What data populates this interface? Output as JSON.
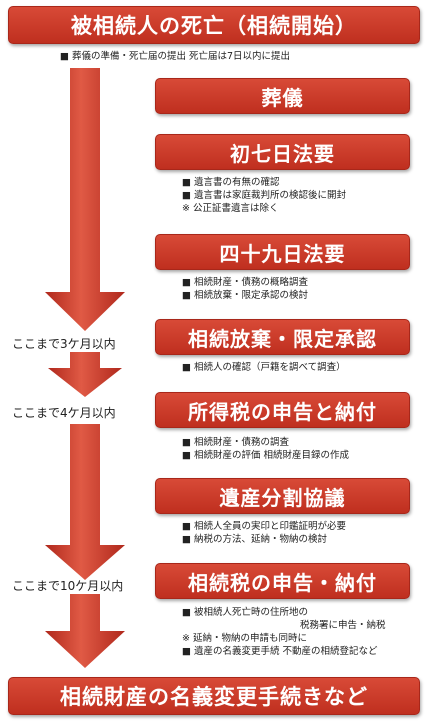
{
  "title": "被相続人の死亡（相続開始）",
  "title_note": "■ 葬儀の準備・死亡届の提出 死亡届は7日以内に提出",
  "steps": [
    {
      "label": "葬儀",
      "notes": []
    },
    {
      "label": "初七日法要",
      "notes": [
        "■ 遺言書の有無の確認",
        "■ 遺言書は家庭裁判所の検認後に開封",
        "※ 公正証書遺言は除く"
      ]
    },
    {
      "label": "四十九日法要",
      "notes": [
        "■ 相続財産・債務の概略調査",
        "■ 相続放棄・限定承認の検討"
      ]
    },
    {
      "label": "相続放棄・限定承認",
      "notes": [
        "■ 相続人の確認（戸籍を調べて調査）"
      ]
    },
    {
      "label": "所得税の申告と納付",
      "notes": [
        "■ 相続財産・債務の調査",
        "■ 相続財産の評価 相続財産目録の作成"
      ]
    },
    {
      "label": "遺産分割協議",
      "notes": [
        "■ 相続人全員の実印と印鑑証明が必要",
        "■ 納税の方法、延納・物納の検討"
      ]
    },
    {
      "label": "相続税の申告・納付",
      "notes": [
        "■ 被相続人死亡時の住所地の",
        "税務署に申告・納税",
        "※ 延納・物納の申請も同時に",
        "■ 遺産の名義変更手続 不動産の相続登記など"
      ]
    }
  ],
  "deadlines": [
    "ここまで3ケ月以内",
    "ここまで4ケ月以内",
    "ここまで10ケ月以内"
  ],
  "final": "相続財産の名義変更手続きなど",
  "colors": {
    "box": "#c8372a",
    "arrow": "#c0392b"
  }
}
